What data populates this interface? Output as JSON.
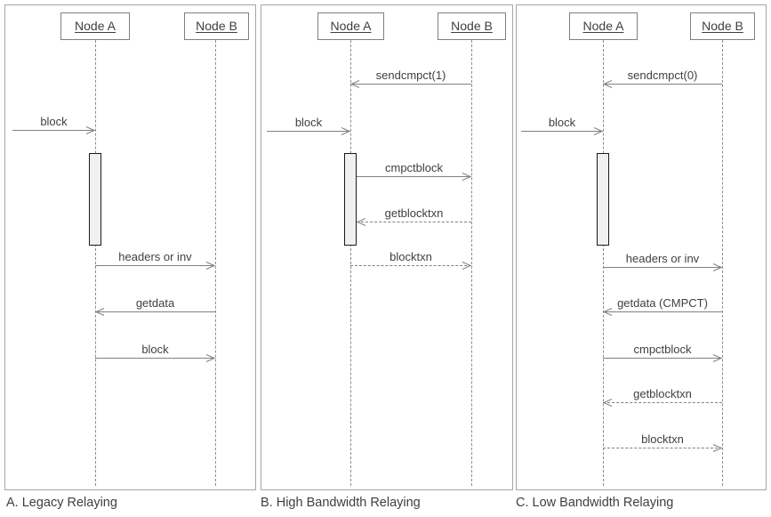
{
  "colors": {
    "background": "#ffffff",
    "panel_border": "#a6a6a6",
    "node_border": "#808080",
    "line": "#808080",
    "text": "#3f3f3f",
    "activation_fill": "#f0f0f0",
    "activation_border": "#1a1a1a"
  },
  "panels": [
    {
      "id": "A",
      "caption": "A. Legacy Relaying",
      "nodes": [
        {
          "label": "Node A"
        },
        {
          "label": "Node B"
        }
      ],
      "messages": [
        {
          "label": "block",
          "from": "external",
          "to": "Node A",
          "line": "solid"
        },
        {
          "label": "headers or inv",
          "from": "Node A",
          "to": "Node B",
          "line": "solid"
        },
        {
          "label": "getdata",
          "from": "Node B",
          "to": "Node A",
          "line": "solid"
        },
        {
          "label": "block",
          "from": "Node A",
          "to": "Node B",
          "line": "solid"
        }
      ]
    },
    {
      "id": "B",
      "caption": "B. High Bandwidth Relaying",
      "nodes": [
        {
          "label": "Node A"
        },
        {
          "label": "Node B"
        }
      ],
      "messages": [
        {
          "label": "sendcmpct(1)",
          "from": "Node B",
          "to": "Node A",
          "line": "solid"
        },
        {
          "label": "block",
          "from": "external",
          "to": "Node A",
          "line": "solid"
        },
        {
          "label": "cmpctblock",
          "from": "Node A",
          "to": "Node B",
          "line": "solid"
        },
        {
          "label": "getblocktxn",
          "from": "Node B",
          "to": "Node A",
          "line": "dashed"
        },
        {
          "label": "blocktxn",
          "from": "Node A",
          "to": "Node B",
          "line": "dashed"
        }
      ]
    },
    {
      "id": "C",
      "caption": "C. Low Bandwidth Relaying",
      "nodes": [
        {
          "label": "Node A"
        },
        {
          "label": "Node B"
        }
      ],
      "messages": [
        {
          "label": "sendcmpct(0)",
          "from": "Node B",
          "to": "Node A",
          "line": "solid"
        },
        {
          "label": "block",
          "from": "external",
          "to": "Node A",
          "line": "solid"
        },
        {
          "label": "headers or inv",
          "from": "Node A",
          "to": "Node B",
          "line": "solid"
        },
        {
          "label": "getdata (CMPCT)",
          "from": "Node B",
          "to": "Node A",
          "line": "solid"
        },
        {
          "label": "cmpctblock",
          "from": "Node A",
          "to": "Node B",
          "line": "solid"
        },
        {
          "label": "getblocktxn",
          "from": "Node B",
          "to": "Node A",
          "line": "dashed"
        },
        {
          "label": "blocktxn",
          "from": "Node A",
          "to": "Node B",
          "line": "dashed"
        }
      ]
    }
  ]
}
